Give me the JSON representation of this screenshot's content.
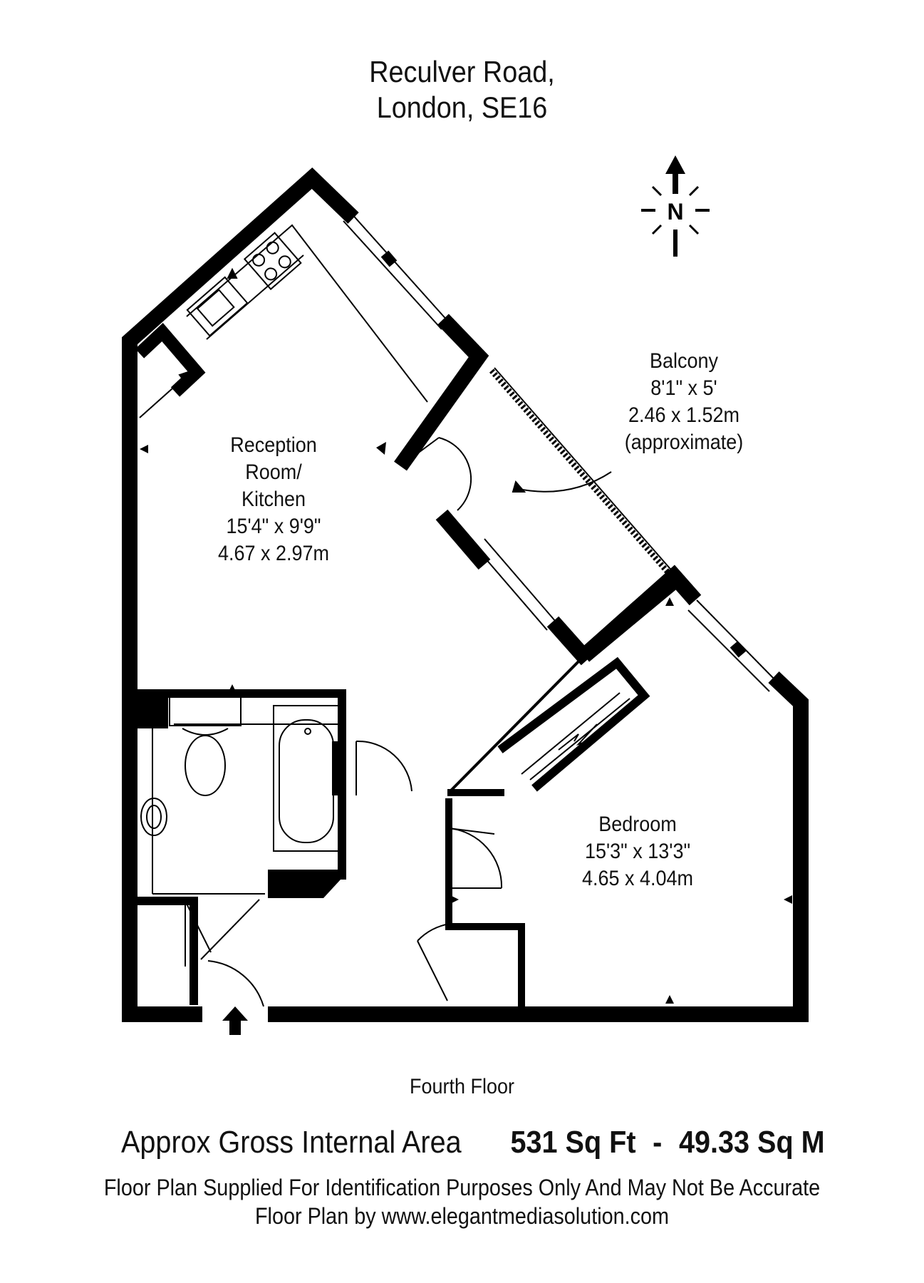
{
  "address": {
    "line1": "Reculver Road,",
    "line2": "London, SE16"
  },
  "compass": {
    "label": "N"
  },
  "rooms": {
    "balcony": {
      "name": "Balcony",
      "imperial": "8'1\" x 5'",
      "metric": "2.46 x 1.52m",
      "note": "(approximate)"
    },
    "reception": {
      "name_line1": "Reception",
      "name_line2": "Room/",
      "name_line3": "Kitchen",
      "imperial": "15'4\" x 9'9\"",
      "metric": "4.67 x 2.97m"
    },
    "bedroom": {
      "name": "Bedroom",
      "imperial": "15'3\" x 13'3\"",
      "metric": "4.65 x 4.04m"
    }
  },
  "floor_label": "Fourth Floor",
  "area": {
    "label": "Approx Gross Internal Area",
    "sqft": "531 Sq Ft",
    "separator": "-",
    "sqm": "49.33 Sq M"
  },
  "disclaimer": {
    "line1": "Floor Plan Supplied For Identification Purposes Only And May Not Be Accurate",
    "line2": "Floor Plan by www.elegantmediasolution.com"
  }
}
